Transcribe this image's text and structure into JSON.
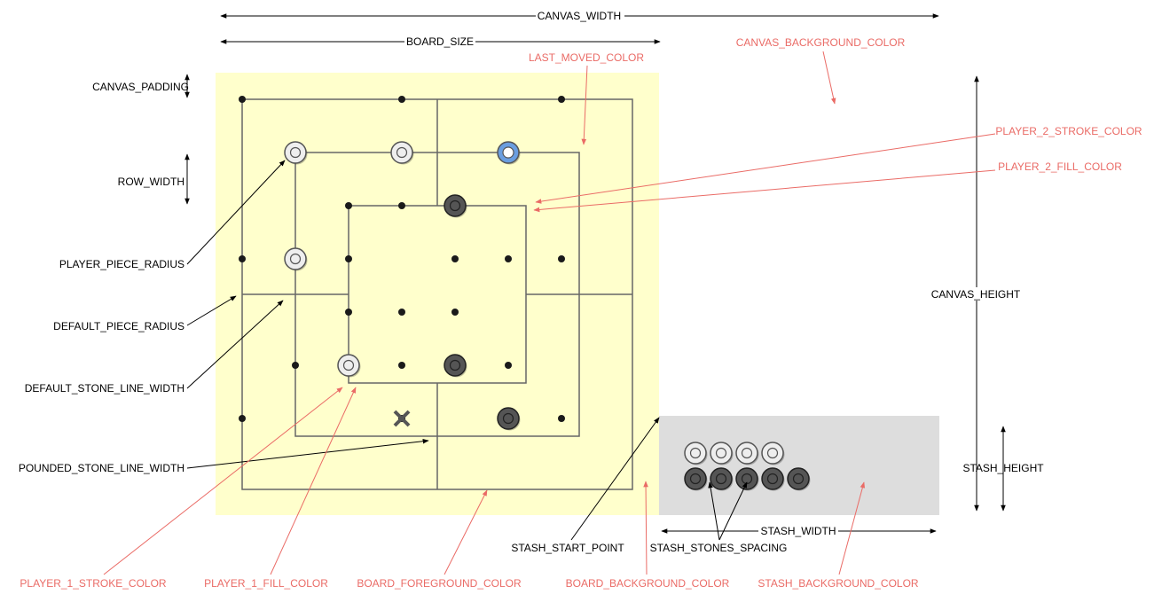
{
  "colors": {
    "board_background": "#ffffcc",
    "board_line": "#666666",
    "point": "#1a1a1a",
    "stash_background": "#dddddd",
    "white_stone_fill": "#eeeeee",
    "white_stone_stroke": "#555555",
    "black_stone_fill": "#555555",
    "black_stone_stroke": "#222222",
    "last_moved_fill": "#6a9ee0",
    "pounded_mark": "#555555",
    "arrow_black": "#000000",
    "arrow_red": "#ea6b66"
  },
  "board": {
    "grid_points": [
      [
        0,
        0
      ],
      [
        3,
        0
      ],
      [
        6,
        0
      ],
      [
        1,
        1
      ],
      [
        3,
        1
      ],
      [
        5,
        1
      ],
      [
        2,
        2
      ],
      [
        3,
        2
      ],
      [
        4,
        2
      ],
      [
        0,
        3
      ],
      [
        1,
        3
      ],
      [
        2,
        3
      ],
      [
        4,
        3
      ],
      [
        5,
        3
      ],
      [
        6,
        3
      ],
      [
        2,
        4
      ],
      [
        3,
        4
      ],
      [
        4,
        4
      ],
      [
        1,
        5
      ],
      [
        3,
        5
      ],
      [
        5,
        5
      ],
      [
        0,
        6
      ],
      [
        3,
        6
      ],
      [
        6,
        6
      ]
    ],
    "white_stones": [
      [
        1,
        1
      ],
      [
        3,
        1
      ],
      [
        1,
        3
      ],
      [
        2,
        5
      ]
    ],
    "black_stones": [
      [
        4,
        2
      ],
      [
        4,
        5
      ],
      [
        5,
        6
      ]
    ],
    "last_moved_stone": [
      5,
      1
    ],
    "pounded_point": [
      3,
      6
    ]
  },
  "stash": {
    "white_count": 4,
    "black_count": 5
  },
  "labels": {
    "canvas_width": "CANVAS_WIDTH",
    "board_size": "BOARD_SIZE",
    "canvas_background_color": "CANVAS_BACKGROUND_COLOR",
    "last_moved_color": "LAST_MOVED_COLOR",
    "canvas_padding": "CANVAS_PADDING",
    "row_width": "ROW_WIDTH",
    "player_2_stroke_color": "PLAYER_2_STROKE_COLOR",
    "player_2_fill_color": "PLAYER_2_FILL_COLOR",
    "player_piece_radius": "PLAYER_PIECE_RADIUS",
    "canvas_height": "CANVAS_HEIGHT",
    "default_piece_radius": "DEFAULT_PIECE_RADIUS",
    "default_stone_line_width": "DEFAULT_STONE_LINE_WIDTH",
    "pounded_stone_line_width": "POUNDED_STONE_LINE_WIDTH",
    "stash_height": "STASH_HEIGHT",
    "stash_width": "STASH_WIDTH",
    "stash_start_point": "STASH_START_POINT",
    "stash_stones_spacing": "STASH_STONES_SPACING",
    "player_1_stroke_color": "PLAYER_1_STROKE_COLOR",
    "player_1_fill_color": "PLAYER_1_FILL_COLOR",
    "board_foreground_color": "BOARD_FOREGROUND_COLOR",
    "board_background_color": "BOARD_BACKGROUND_COLOR",
    "stash_background_color": "STASH_BACKGROUND_COLOR"
  }
}
